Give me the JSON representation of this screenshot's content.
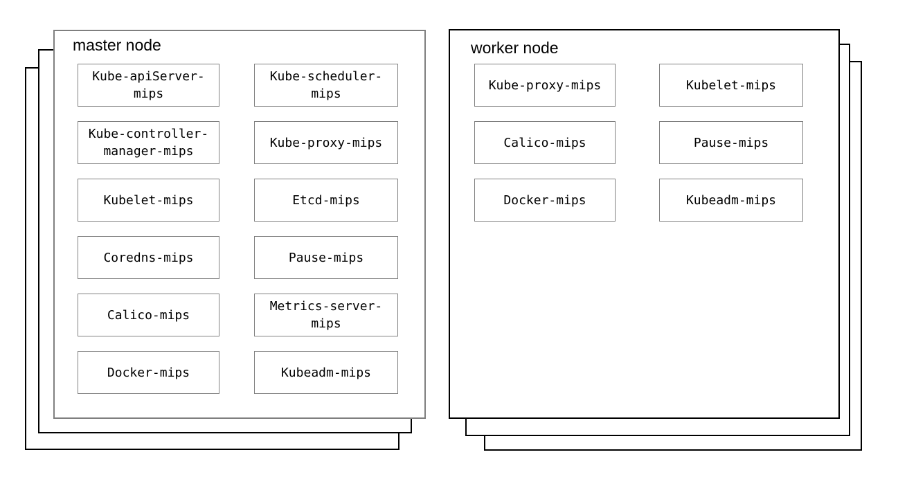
{
  "diagram": {
    "colors": {
      "background": "#ffffff",
      "component_border": "#7f7f7f",
      "master_box_border": "#7f7f7f",
      "worker_box_border": "#000000",
      "stack_layer_border": "#000000",
      "text": "#000000"
    },
    "master_node": {
      "title": "master node",
      "components": [
        "Kube-apiServer-\nmips",
        "Kube-scheduler-\nmips",
        "Kube-controller-\nmanager-mips",
        "Kube-proxy-mips",
        "Kubelet-mips",
        "Etcd-mips",
        "Coredns-mips",
        "Pause-mips",
        "Calico-mips",
        "Metrics-server-\nmips",
        "Docker-mips",
        "Kubeadm-mips"
      ]
    },
    "worker_node": {
      "title": "worker node",
      "components": [
        "Kube-proxy-mips",
        "Kubelet-mips",
        "Calico-mips",
        "Pause-mips",
        "Docker-mips",
        "Kubeadm-mips"
      ]
    }
  }
}
